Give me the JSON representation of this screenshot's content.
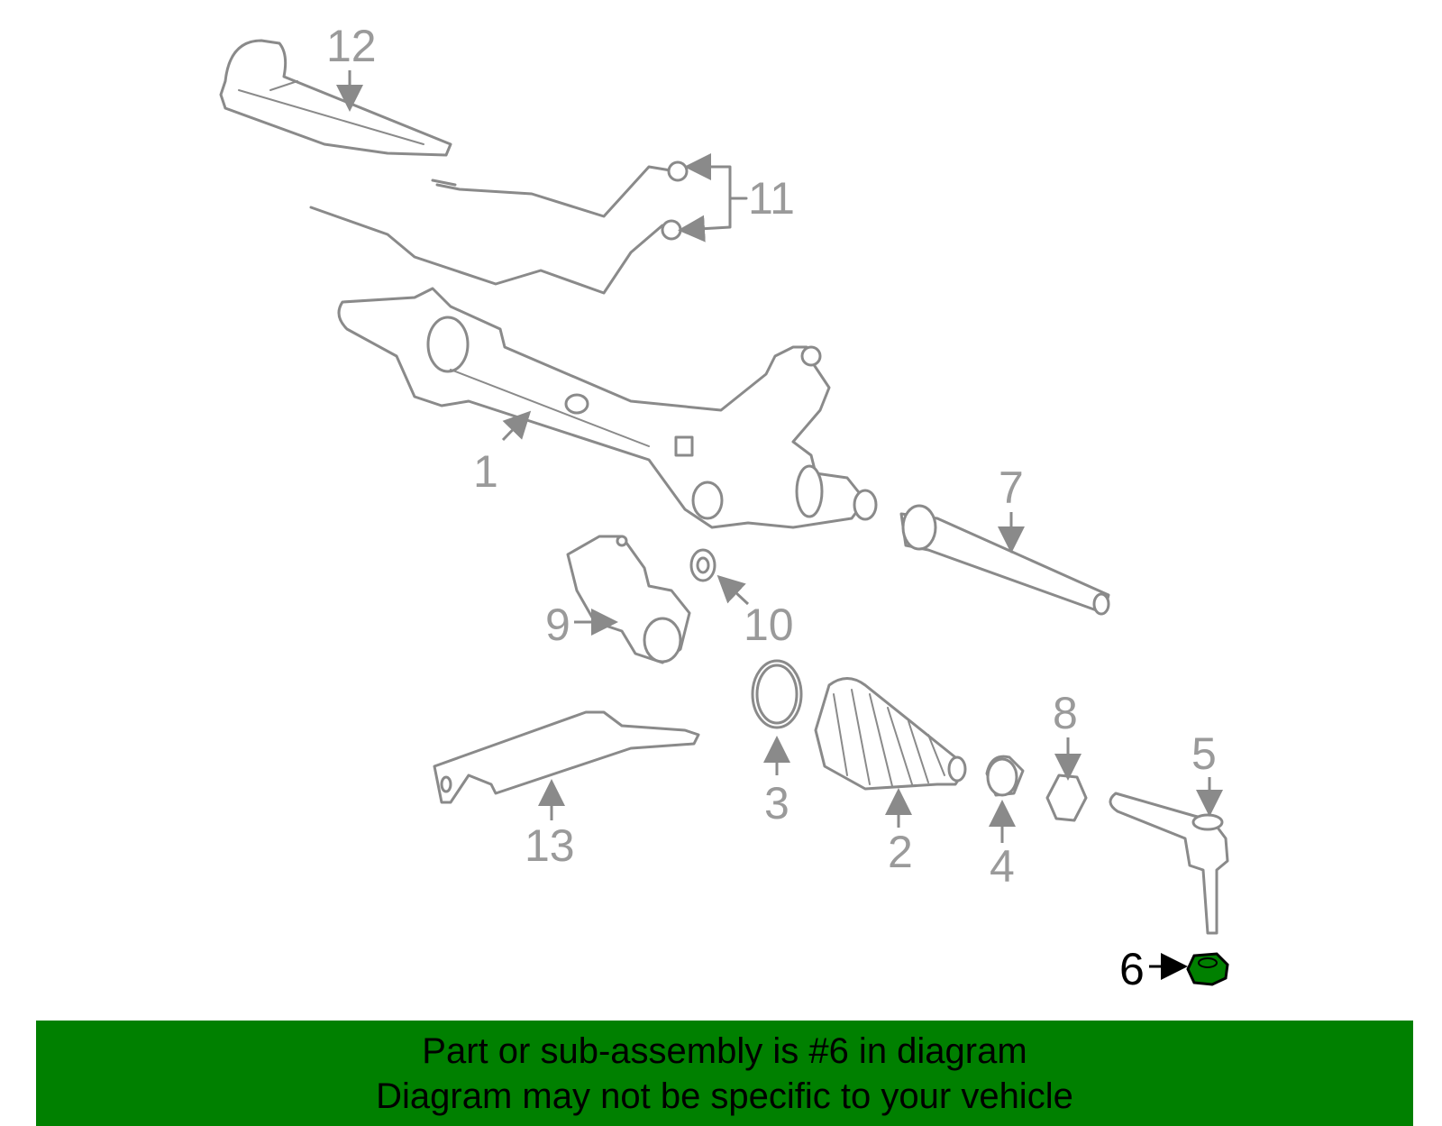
{
  "callouts": {
    "c1": "1",
    "c2": "2",
    "c3": "3",
    "c4": "4",
    "c5": "5",
    "c6": "6",
    "c7": "7",
    "c8": "8",
    "c9": "9",
    "c10": "10",
    "c11": "11",
    "c12": "12",
    "c13": "13"
  },
  "highlight": {
    "part_number": "6",
    "color": "#008000"
  },
  "colors": {
    "linework": "#8a8a8a",
    "callout_text": "#9a9a9a",
    "banner": "#008000"
  },
  "banner": {
    "line1": "Part or sub-assembly is #6 in diagram",
    "line2": "Diagram may not be specific to your vehicle"
  }
}
